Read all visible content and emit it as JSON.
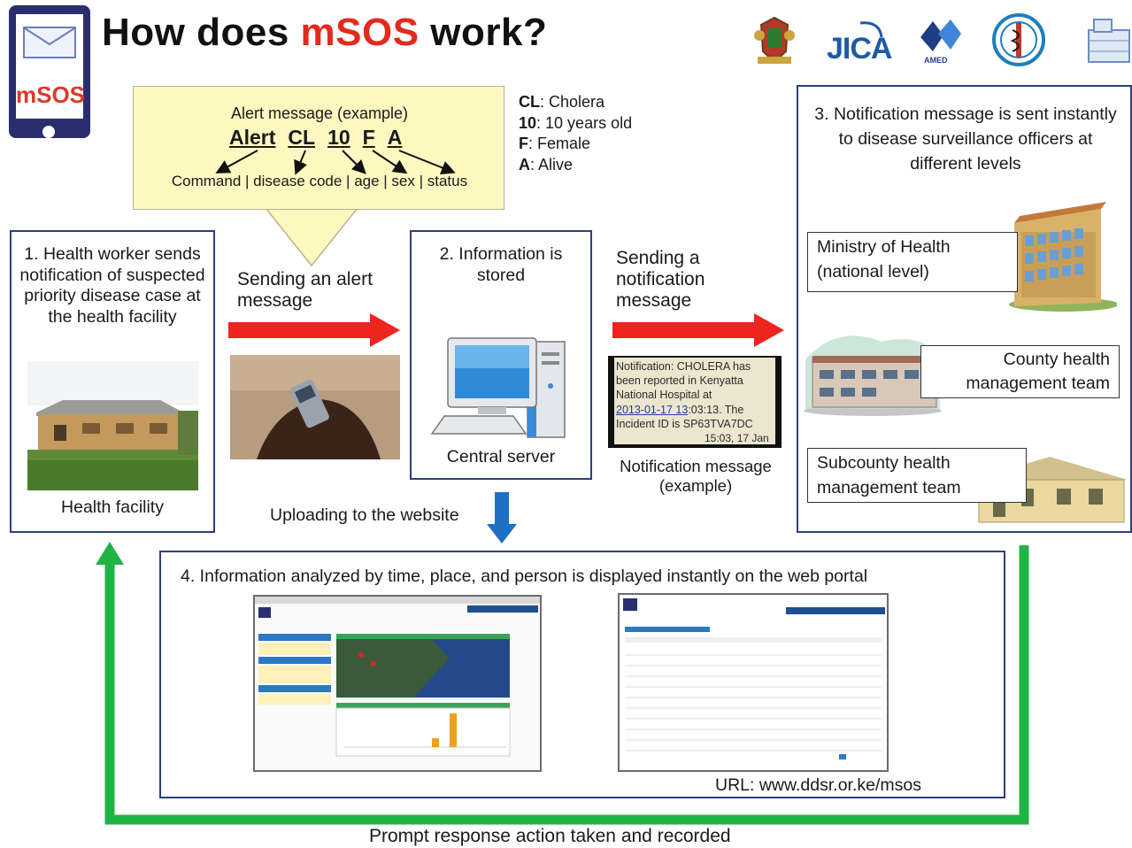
{
  "header": {
    "logo_text": "mSOS",
    "title_before": "How does ",
    "title_highlight": "mSOS",
    "title_after": " work?",
    "partners": [
      "JICA",
      "AMED"
    ],
    "colors": {
      "accent_red": "#e22b1d",
      "frame_blue": "#2c3f7c",
      "arrow_red": "#ee2420",
      "arrow_green": "#1fb443",
      "arrow_blue": "#1f6fc4"
    }
  },
  "alert_example": {
    "title": "Alert message (example)",
    "codes": [
      "Alert",
      "CL",
      "10",
      "F",
      "A"
    ],
    "legend": "Command | disease code | age | sex | status",
    "key": [
      {
        "code": "CL",
        "meaning": ": Cholera"
      },
      {
        "code": "10",
        "meaning": ": 10 years old"
      },
      {
        "code": "F",
        "meaning": ": Female"
      },
      {
        "code": "A",
        "meaning": ": Alive"
      }
    ]
  },
  "step1": {
    "text": "1. Health worker sends notification of suspected priority disease case at the health facility",
    "caption": "Health facility"
  },
  "arrow1_label": "Sending an alert message",
  "step2": {
    "text": "2. Information is stored",
    "caption": "Central server"
  },
  "arrow2_label": "Sending a notification message",
  "sms": {
    "line1": "Notification: CHOLERA has",
    "line2": "been reported in Kenyatta",
    "line3": "National Hospital at",
    "date": "2013-01-17 13",
    "line4_rest": ":03:13. The",
    "line5": "Incident ID is SP63TVA7DC",
    "time": "15:03, 17 Jan",
    "caption": "Notification message (example)"
  },
  "step3": {
    "text": "3. Notification message is sent instantly to disease surveillance officers at different levels",
    "levels": [
      "Ministry of Health (national level)",
      "County health management team",
      "Subcounty health management team"
    ]
  },
  "upload_label": "Uploading to the website",
  "step4": {
    "text": "4. Information analyzed by time, place, and person is displayed instantly on the web portal",
    "url": "URL: www.ddsr.or.ke/msos"
  },
  "feedback_label": "Prompt response action taken and recorded"
}
